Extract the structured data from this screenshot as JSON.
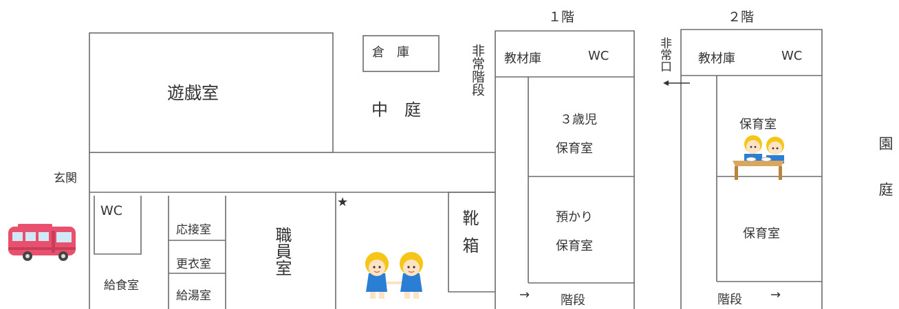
{
  "colors": {
    "line": "#6b6b6b",
    "text": "#333333",
    "bus": "#e8506e",
    "child_blue": "#2a7fd4",
    "hat_yellow": "#f5c518"
  },
  "icons": {
    "bus": "bus-icon",
    "children": "children-holding-hands-icon",
    "eating": "children-eating-icon",
    "star": "star-icon",
    "arrow": "arrow-icon"
  },
  "main_building": {
    "playroom": "遊戯室",
    "storage": "倉　庫",
    "courtyard": "中　庭",
    "emergency_stairs": "非常階段",
    "entrance": "玄関",
    "wc": "WC",
    "reception": "応接室",
    "changing": "更衣室",
    "kitchenette": "給湯室",
    "lunch": "給食室",
    "staff_room": "職員室",
    "shoe_box": "靴箱",
    "star": "★"
  },
  "floor1": {
    "title": "１階",
    "materials": "教材庫",
    "wc": "WC",
    "room_3yo_line1": "３歳児",
    "room_3yo_line2": "保育室",
    "daycare_line1": "預かり",
    "daycare_line2": "保育室",
    "arrow": "→",
    "stairs": "階段"
  },
  "floor2": {
    "title": "２階",
    "emergency_exit": "非常口",
    "materials": "教材庫",
    "wc": "WC",
    "nursery_upper": "保育室",
    "nursery_lower": "保育室",
    "stairs": "階段",
    "arrow": "→"
  },
  "garden": "園庭"
}
